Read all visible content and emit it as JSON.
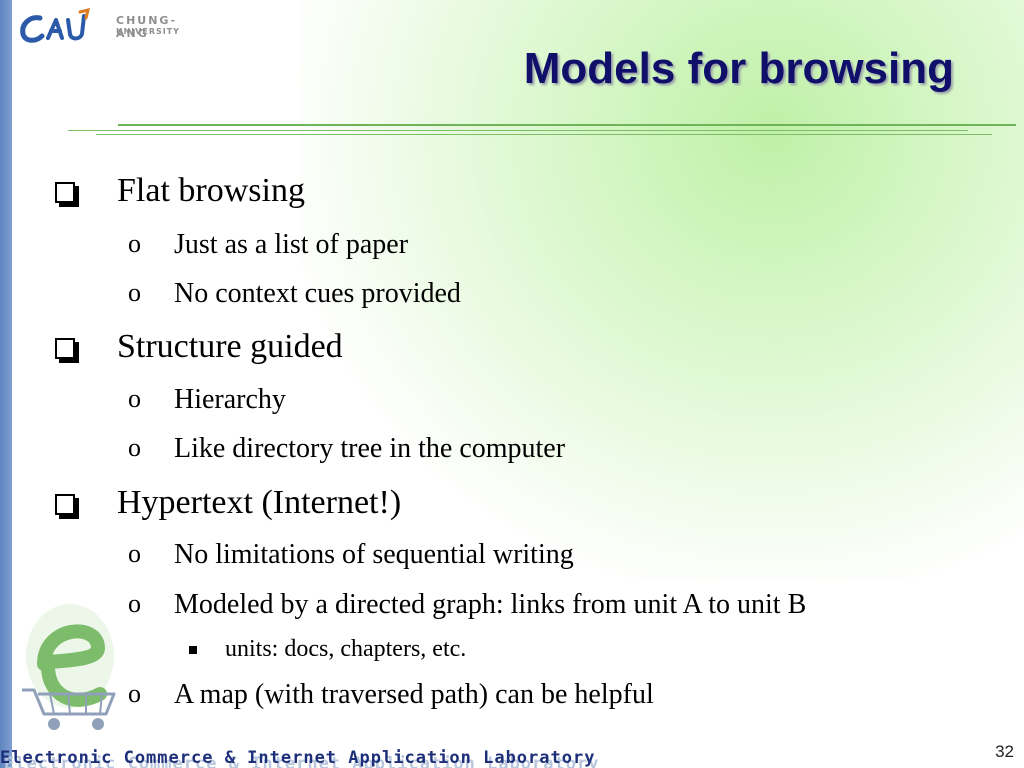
{
  "logo": {
    "line1": "CHUNG-ANG",
    "line2": "UNIVERSITY"
  },
  "title": "Models for browsing",
  "bullets": [
    {
      "text": "Flat browsing"
    },
    {
      "text": "Just as a list of paper"
    },
    {
      "text": "No context cues provided"
    },
    {
      "text": "Structure guided"
    },
    {
      "text": "Hierarchy"
    },
    {
      "text": "Like directory tree in the computer"
    },
    {
      "text": "Hypertext (Internet!)"
    },
    {
      "text": "No limitations of sequential writing"
    },
    {
      "text": "Modeled by a directed graph: links from unit A to unit B"
    },
    {
      "text": "units: docs, chapters, etc."
    },
    {
      "text": "A map (with traversed path) can be helpful"
    }
  ],
  "sub_marker": "o",
  "footer": "Electronic Commerce & Internet Application Laboratory",
  "page_number": "32",
  "colors": {
    "title": "#10106a",
    "accent_green": "#6fb458",
    "left_bar": "#5f86c0",
    "footer_text": "#1e2f7a"
  }
}
